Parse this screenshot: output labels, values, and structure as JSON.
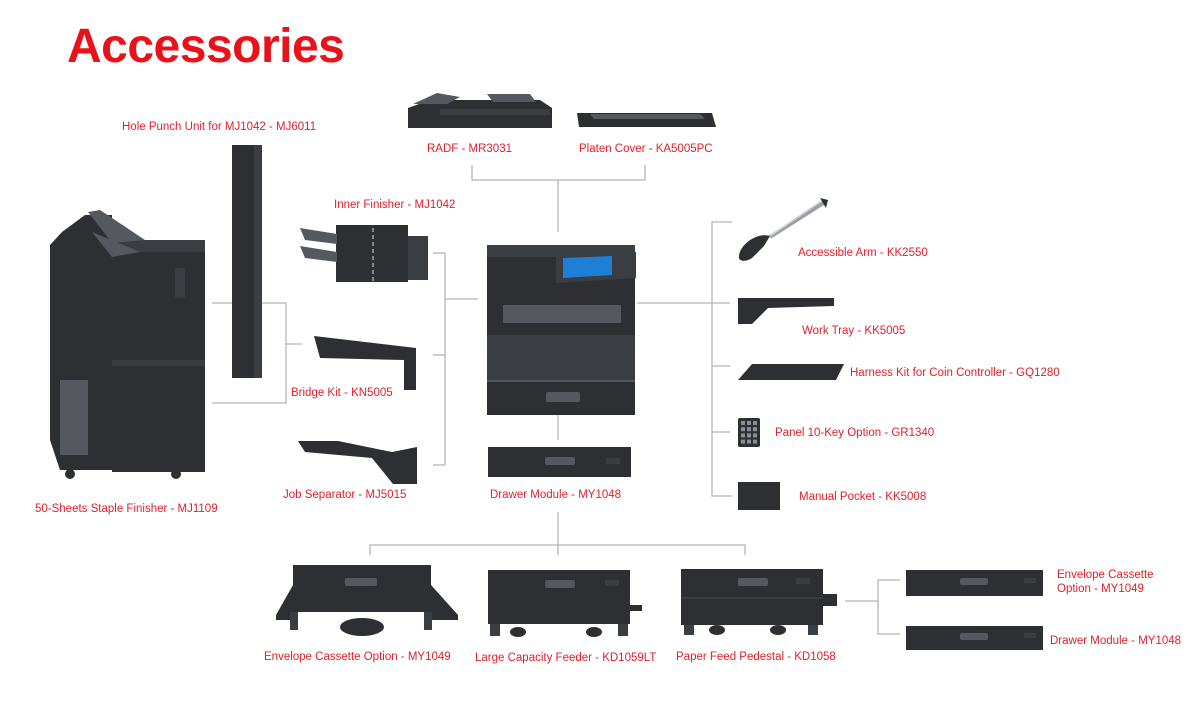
{
  "title": "Accessories",
  "colors": {
    "title": "#e8121a",
    "label": "#e0202a",
    "connector": "#b5b5b5",
    "device_dark": "#2d2f33",
    "device_mid": "#3a3d42",
    "device_light": "#55595f",
    "screen": "#1f7fd6"
  },
  "accessories": {
    "hole_punch": "Hole Punch Unit for MJ1042 - MJ6011",
    "radf": "RADF - MR3031",
    "platen_cover": "Platen Cover - KA5005PC",
    "inner_finisher": "Inner Finisher - MJ1042",
    "accessible_arm": "Accessible Arm - KK2550",
    "work_tray": "Work Tray - KK5005",
    "harness_kit": "Harness Kit for Coin Controller - GQ1280",
    "bridge_kit": "Bridge Kit - KN5005",
    "panel_10key": "Panel 10-Key Option - GR1340",
    "job_separator": "Job Separator - MJ5015",
    "drawer_module_center": "Drawer Module - MY1048",
    "manual_pocket": "Manual Pocket - KK5008",
    "staple_finisher": "50-Sheets Staple Finisher - MJ1109",
    "envelope_cassette_bottom": "Envelope Cassette Option - MY1049",
    "lcf": "Large Capacity Feeder - KD1059LT",
    "paper_feed_pedestal": "Paper Feed Pedestal - KD1058",
    "envelope_cassette_right": "Envelope Cassette Option - MY1049",
    "drawer_module_right": "Drawer Module - MY1048"
  }
}
